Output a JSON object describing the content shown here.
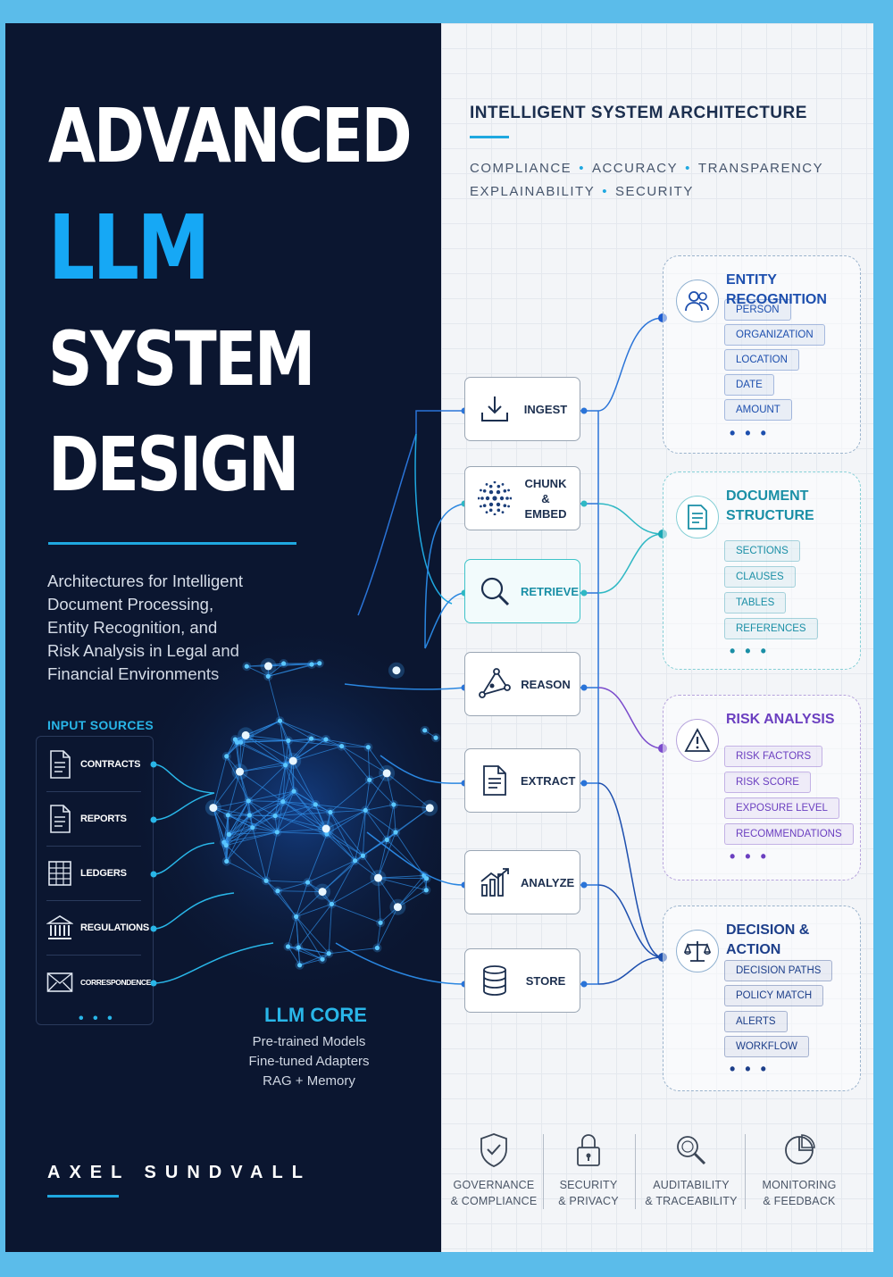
{
  "cover": {
    "title_lines": [
      "ADVANCED",
      "LLM",
      "SYSTEM",
      "DESIGN"
    ],
    "subtitle_lines": [
      "Architectures for Intelligent",
      "Document Processing,",
      "Entity Recognition, and",
      "Risk Analysis in Legal and",
      "Financial Environments"
    ],
    "author": "AXEL SUNDVALL",
    "colors": {
      "navy": "#0b1630",
      "accent_blue": "#16a8f5",
      "cyan": "#29b6e8",
      "frame": "#5bbcea"
    }
  },
  "input_sources": {
    "label": "INPUT SOURCES",
    "items": [
      {
        "label": "CONTRACTS",
        "icon": "document-icon"
      },
      {
        "label": "REPORTS",
        "icon": "document-icon"
      },
      {
        "label": "LEDGERS",
        "icon": "ledger-grid-icon"
      },
      {
        "label": "REGULATIONS",
        "icon": "building-columns-icon"
      },
      {
        "label": "CORRESPONDENCE",
        "icon": "envelope-icon"
      }
    ],
    "more": "• • •"
  },
  "llm_core": {
    "title": "LLM CORE",
    "lines": [
      "Pre-trained Models",
      "Fine-tuned Adapters",
      "RAG + Memory"
    ]
  },
  "architecture": {
    "title": "INTELLIGENT SYSTEM ARCHITECTURE",
    "values_row1": [
      "COMPLIANCE",
      "ACCURACY",
      "TRANSPARENCY"
    ],
    "values_row2": [
      "EXPLAINABILITY",
      "SECURITY"
    ],
    "separator": "•"
  },
  "pipeline": [
    {
      "label": "INGEST",
      "icon": "download-tray-icon"
    },
    {
      "label": "CHUNK & EMBED",
      "icon": "dot-cluster-icon"
    },
    {
      "label": "RETRIEVE",
      "icon": "magnifier-icon"
    },
    {
      "label": "REASON",
      "icon": "node-graph-icon"
    },
    {
      "label": "EXTRACT",
      "icon": "document-icon"
    },
    {
      "label": "ANALYZE",
      "icon": "bar-chart-icon"
    },
    {
      "label": "STORE",
      "icon": "database-icon"
    }
  ],
  "panels": [
    {
      "title": "ENTITY RECOGNITION",
      "icon": "people-icon",
      "color": "#1d4fae",
      "chips": [
        "PERSON",
        "ORGANIZATION",
        "LOCATION",
        "DATE",
        "AMOUNT"
      ],
      "more": "• • •"
    },
    {
      "title": "DOCUMENT STRUCTURE",
      "icon": "structure-document-icon",
      "color": "#1a8fa6",
      "chips": [
        "SECTIONS",
        "CLAUSES",
        "TABLES",
        "REFERENCES"
      ],
      "more": "• • •"
    },
    {
      "title": "RISK ANALYSIS",
      "icon": "warning-triangle-icon",
      "color": "#6b3fc0",
      "chips": [
        "RISK FACTORS",
        "RISK SCORE",
        "EXPOSURE LEVEL",
        "RECOMMENDATIONS"
      ],
      "more": "• • •"
    },
    {
      "title": "DECISION & ACTION",
      "icon": "balance-scale-icon",
      "color": "#1d3f8a",
      "chips": [
        "DECISION PATHS",
        "POLICY MATCH",
        "ALERTS",
        "WORKFLOW"
      ],
      "more": "• • •"
    }
  ],
  "pillars": [
    {
      "line1": "GOVERNANCE",
      "line2": "& COMPLIANCE",
      "icon": "shield-check-icon"
    },
    {
      "line1": "SECURITY",
      "line2": "& PRIVACY",
      "icon": "padlock-icon"
    },
    {
      "line1": "AUDITABILITY",
      "line2": "& TRACEABILITY",
      "icon": "search-magnifier-icon"
    },
    {
      "line1": "MONITORING",
      "line2": "& FEEDBACK",
      "icon": "pie-gauge-icon"
    }
  ]
}
